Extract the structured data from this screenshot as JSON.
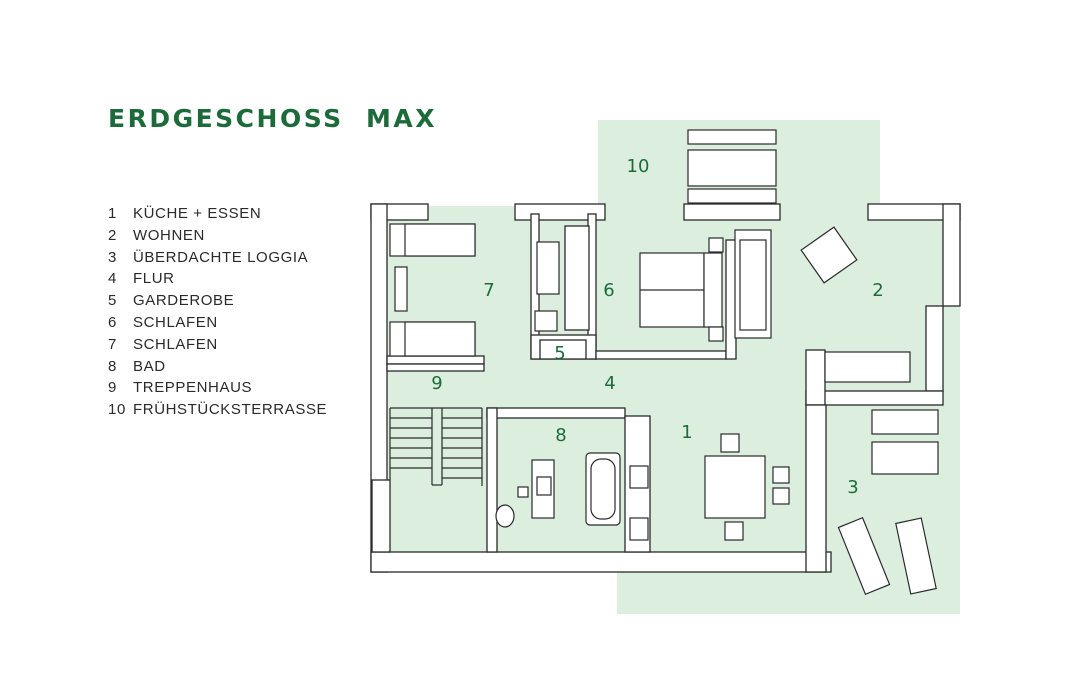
{
  "title": "ERDGESCHOSS  MAX",
  "accent_color": "#1d6b3a",
  "fill_color": "#dcefdf",
  "legend": [
    {
      "number": "1",
      "label": "KÜCHE + ESSEN"
    },
    {
      "number": "2",
      "label": "WOHNEN"
    },
    {
      "number": "3",
      "label": "ÜBERDACHTE LOGGIA"
    },
    {
      "number": "4",
      "label": "FLUR"
    },
    {
      "number": "5",
      "label": "GARDEROBE"
    },
    {
      "number": "6",
      "label": "SCHLAFEN"
    },
    {
      "number": "7",
      "label": "SCHLAFEN"
    },
    {
      "number": "8",
      "label": "BAD"
    },
    {
      "number": "9",
      "label": "TREPPENHAUS"
    },
    {
      "number": "10",
      "label": "FRÜHSTÜCKSTERRASSE"
    }
  ],
  "plan_labels": {
    "r1": "1",
    "r2": "2",
    "r3": "3",
    "r4": "4",
    "r5": "5",
    "r6": "6",
    "r7": "7",
    "r8": "8",
    "r9": "9",
    "r10": "10"
  }
}
